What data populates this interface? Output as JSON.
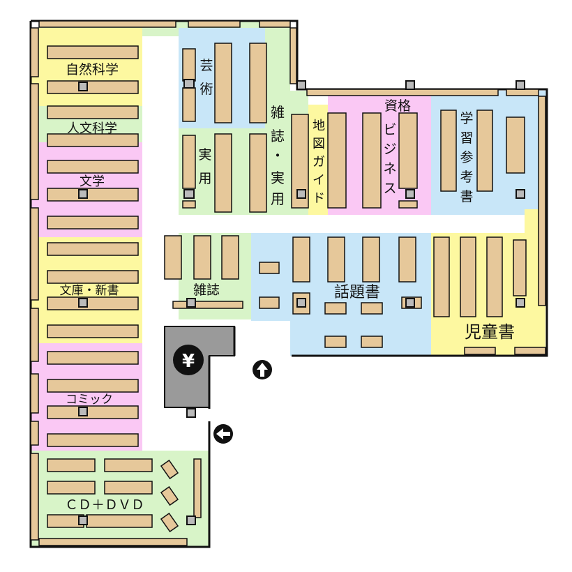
{
  "colors": {
    "yellow": "#fdf8a0",
    "green": "#d8f4c8",
    "pink": "#fac8f4",
    "blue": "#c8e6f8",
    "shelf": "#e6c89a",
    "post": "#bbbbbb",
    "counter": "#9a9a9a",
    "wall": "#111111"
  },
  "sections": {
    "natural_science": "自然科学",
    "humanities": "人文科学",
    "literature": "文学",
    "bunko_shinsho": "文庫・新書",
    "comic": "コミック",
    "cd_dvd": "ＣＤ＋ＤＶＤ",
    "art": [
      "芸",
      "術"
    ],
    "practical": [
      "実",
      "用"
    ],
    "magazine_practical": [
      "雑",
      "誌",
      "・",
      "実",
      "用"
    ],
    "map_guide": [
      "地",
      "図",
      "ガ",
      "イ",
      "ド"
    ],
    "license": "資格",
    "business": [
      "ビ",
      "ジ",
      "ネ",
      "ス"
    ],
    "study_reference": [
      "学",
      "習",
      "参",
      "考",
      "書"
    ],
    "magazine": "雑誌",
    "topical": "話題書",
    "children": "児童書"
  },
  "icons": {
    "register": "¥",
    "entrance": "arrow-up-icon",
    "exit": "arrow-left-icon"
  }
}
